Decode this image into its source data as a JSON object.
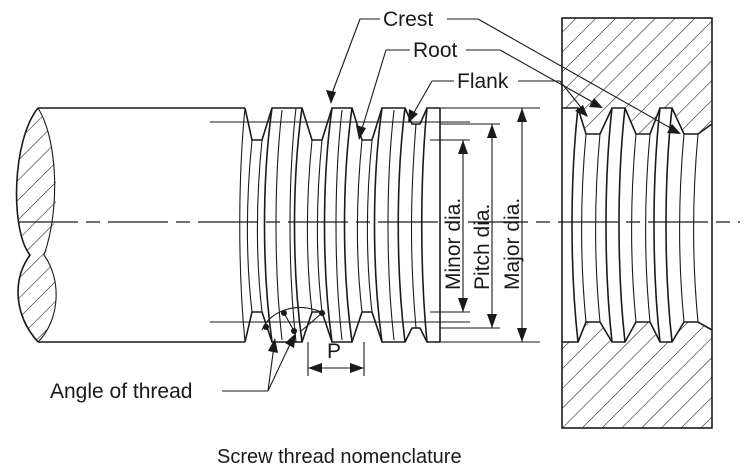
{
  "labels": {
    "crest": "Crest",
    "root": "Root",
    "flank": "Flank",
    "minor_dia": "Minor dia.",
    "pitch_dia": "Pitch dia.",
    "major_dia": "Major dia.",
    "pitch": "P",
    "angle_of_thread": "Angle of thread"
  },
  "caption": "Screw thread nomenclature"
}
